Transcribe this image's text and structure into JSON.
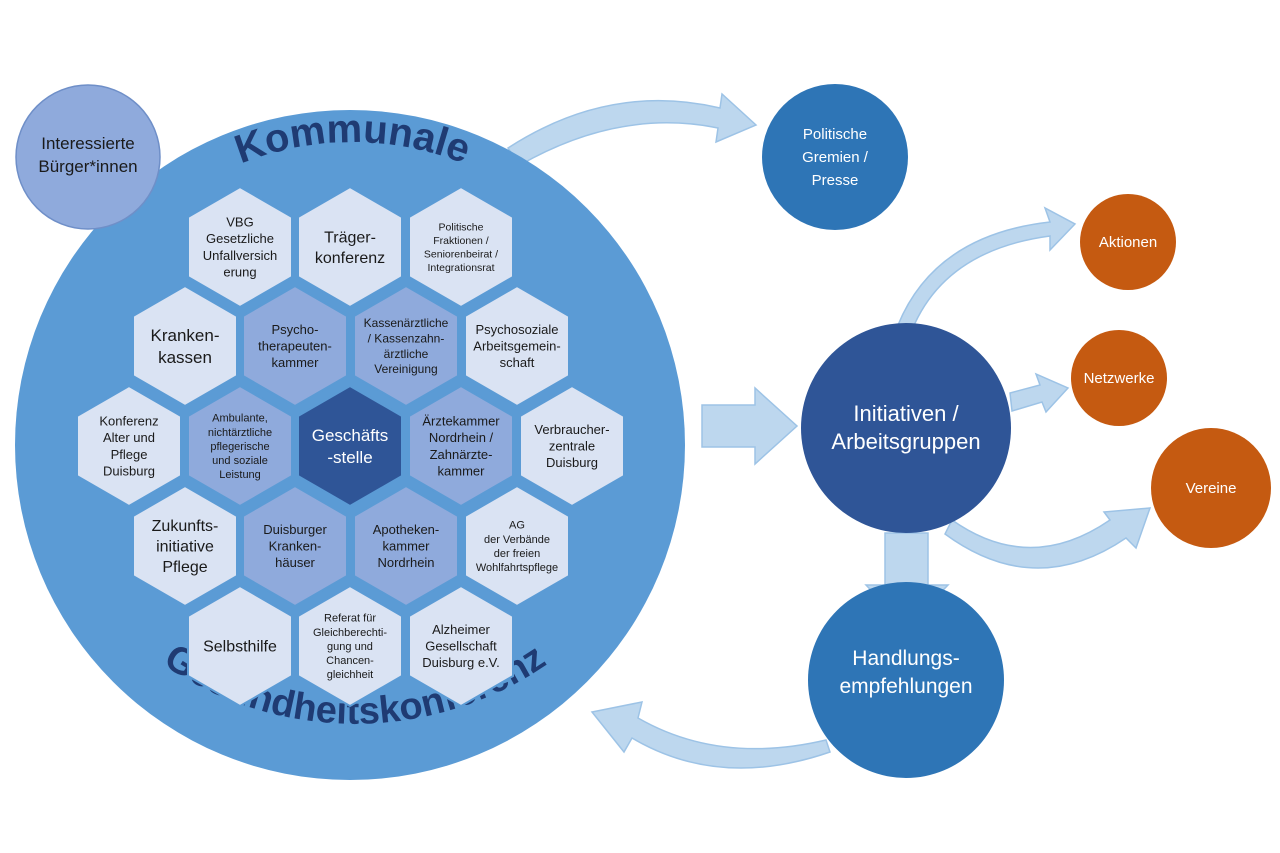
{
  "title_top": "Kommunale",
  "title_bottom": "Gesundheitskonferenz",
  "interested_citizens": [
    "Interessierte",
    "Bürger*innen"
  ],
  "hexagons": [
    {
      "id": "vbg",
      "lines": [
        "VBG",
        "Gesetzliche",
        "Unfallversich",
        "erung"
      ]
    },
    {
      "id": "traeger",
      "lines": [
        "Träger-",
        "konferenz"
      ]
    },
    {
      "id": "politische-fraktionen",
      "lines": [
        "Politische",
        "Fraktionen /",
        "Seniorenbeirat /",
        "Integrationsrat"
      ]
    },
    {
      "id": "krankenkassen",
      "lines": [
        "Kranken-",
        "kassen"
      ]
    },
    {
      "id": "psychotherapeuten",
      "lines": [
        "Psycho-",
        "therapeuten-",
        "kammer"
      ]
    },
    {
      "id": "kassenaerztliche",
      "lines": [
        "Kassenärztliche",
        "/ Kassenzahn-",
        "ärztliche",
        "Vereinigung"
      ]
    },
    {
      "id": "psychosoziale",
      "lines": [
        "Psychosoziale",
        "Arbeitsgemein-",
        "schaft"
      ]
    },
    {
      "id": "konferenz-alter",
      "lines": [
        "Konferenz",
        "Alter und",
        "Pflege",
        "Duisburg"
      ]
    },
    {
      "id": "ambulante",
      "lines": [
        "Ambulante,",
        "nichtärztliche",
        "pflegerische",
        "und soziale",
        "Leistung"
      ]
    },
    {
      "id": "geschaeftsstelle",
      "lines": [
        "Geschäfts",
        "-stelle"
      ]
    },
    {
      "id": "aerztekammer",
      "lines": [
        "Ärztekammer",
        "Nordrhein /",
        "Zahnärzte-",
        "kammer"
      ]
    },
    {
      "id": "verbraucherzentrale",
      "lines": [
        "Verbraucher-",
        "zentrale",
        "Duisburg"
      ]
    },
    {
      "id": "zukunftsinitiative",
      "lines": [
        "Zukunfts-",
        "initiative",
        "Pflege"
      ]
    },
    {
      "id": "krankenhaeuser",
      "lines": [
        "Duisburger",
        "Kranken-",
        "häuser"
      ]
    },
    {
      "id": "apothekenkammer",
      "lines": [
        "Apotheken-",
        "kammer",
        "Nordrhein"
      ]
    },
    {
      "id": "ag-verbaende",
      "lines": [
        "AG",
        "der Verbände",
        "der freien",
        "Wohlfahrtspflege"
      ]
    },
    {
      "id": "selbsthilfe",
      "lines": [
        "Selbsthilfe"
      ]
    },
    {
      "id": "referat",
      "lines": [
        "Referat für",
        "Gleichberechti-",
        "gung und",
        "Chancen-",
        "gleichheit"
      ]
    },
    {
      "id": "alzheimer",
      "lines": [
        "Alzheimer",
        "Gesellschaft",
        "Duisburg e.V."
      ]
    }
  ],
  "politische_gremien": [
    "Politische",
    "Gremien /",
    "Presse"
  ],
  "initiativen": [
    "Initiativen /",
    "Arbeitsgruppen"
  ],
  "handlungsempfehlungen": [
    "Handlungs-",
    "empfehlungen"
  ],
  "outcomes": [
    "Aktionen",
    "Netzwerke",
    "Vereine"
  ],
  "colors": {
    "big_circle": "#5b9bd5",
    "hex_light": "#dae3f3",
    "hex_mid": "#8faadc",
    "hex_dark": "#2f5597",
    "blue_circle": "#2e75b6",
    "navy_circle": "#2f5597",
    "orange": "#c55a11",
    "citizens": "#8faadc",
    "arrow": "#bdd7ee",
    "arrow_stroke": "#9dc3e6",
    "title": "#1f3b73"
  }
}
